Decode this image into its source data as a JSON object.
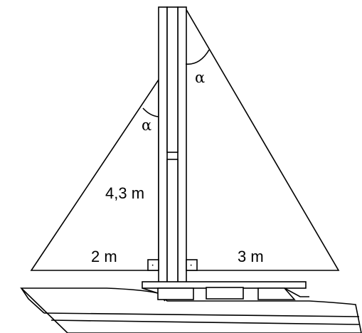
{
  "labels": {
    "mast_height": "4,3 m",
    "left_base": "2 m",
    "right_base": "3 m",
    "alpha_left": "α",
    "alpha_right": "α"
  },
  "right_angle_marks": [
    "·",
    "·"
  ]
}
